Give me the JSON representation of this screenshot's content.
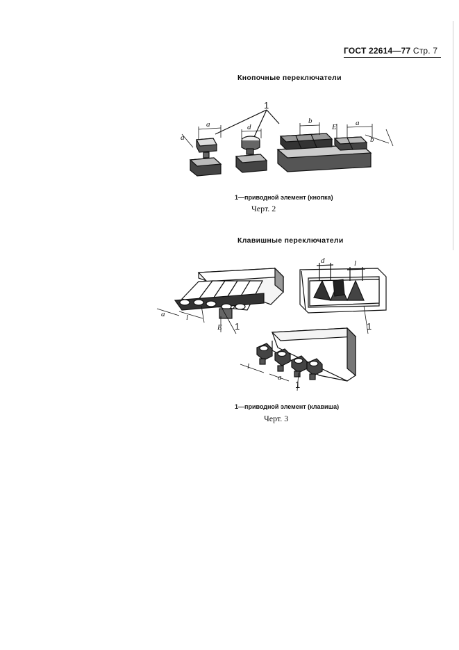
{
  "header": {
    "standard": "ГОСТ 22614—77",
    "page": "Стр. 7"
  },
  "fig2": {
    "title": "Кнопочные переключатели",
    "caption": "1—приводной элемент (кнопка)",
    "figno": "Черт. 2",
    "labels": {
      "ref": "1",
      "a": "a",
      "d": "d",
      "b": "b",
      "e": "E"
    }
  },
  "fig3": {
    "title": "Клавишные переключатели",
    "caption": "1—приводной элемент (клавиша)",
    "figno": "Черт. 3",
    "labels": {
      "ref": "1",
      "a": "a",
      "l": "l",
      "d": "d",
      "e": "E"
    }
  }
}
